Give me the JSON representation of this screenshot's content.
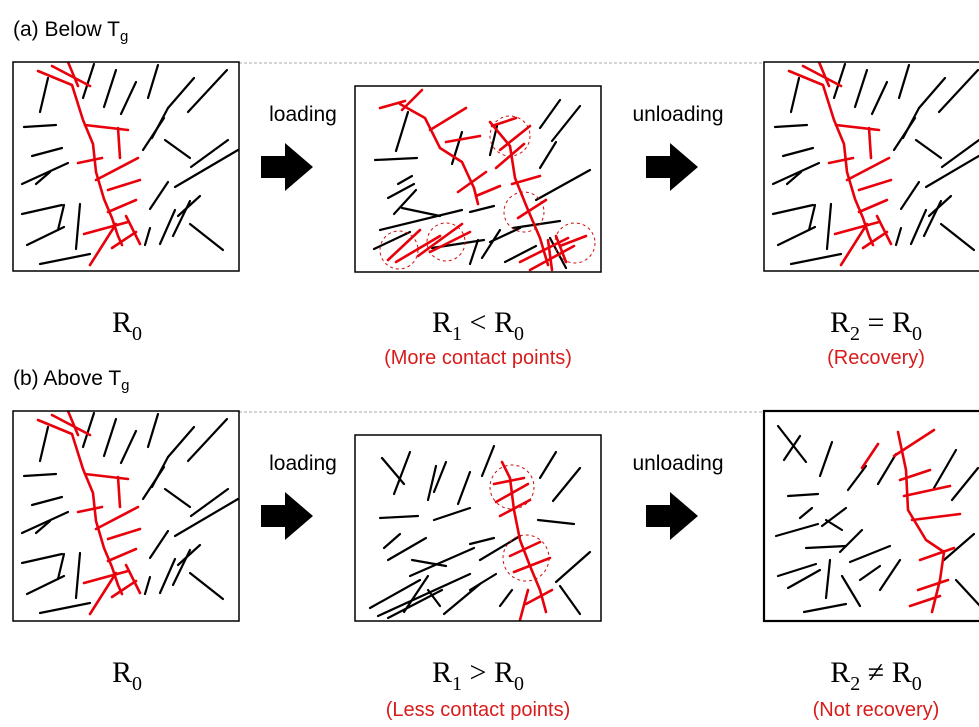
{
  "colors": {
    "network": "#000000",
    "conductive": "#e8000b",
    "contact": "#d01010",
    "text_red": "#d81c1c"
  },
  "panel_a": {
    "label": {
      "prefix": "(a) Below T",
      "sub": "g"
    },
    "step1": "loading",
    "step2": "unloading",
    "states": [
      {
        "label": {
          "base": "R",
          "sub": "0",
          "tail": ""
        },
        "note": ""
      },
      {
        "label": {
          "base": "R",
          "sub": "1",
          "tail": " < R",
          "tail_sub": "0"
        },
        "note": "(More contact points)"
      },
      {
        "label": {
          "base": "R",
          "sub": "2",
          "tail": " = R",
          "tail_sub": "0"
        },
        "note": "(Recovery)"
      }
    ]
  },
  "panel_b": {
    "label": {
      "prefix": "(b) Above T",
      "sub": "g"
    },
    "step1": "loading",
    "step2": "unloading",
    "states": [
      {
        "label": {
          "base": "R",
          "sub": "0",
          "tail": ""
        },
        "note": ""
      },
      {
        "label": {
          "base": "R",
          "sub": "1",
          "tail": " > R",
          "tail_sub": "0"
        },
        "note": "(Less contact points)"
      },
      {
        "label": {
          "base": "R",
          "sub": "2",
          "tail": " ≠ R",
          "tail_sub": "0"
        },
        "note": "(Not recovery)"
      }
    ]
  }
}
